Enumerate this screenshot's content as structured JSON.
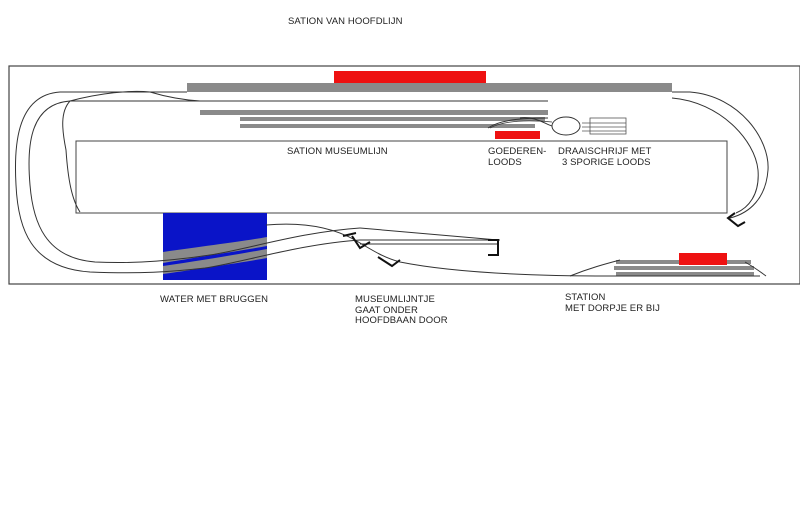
{
  "labels": {
    "title_top": "SATION VAN HOOFDLIJN",
    "station_museum": "SATION MUSEUMLIJN",
    "goods_line1": "GOEDEREN-",
    "goods_line2": "LOODS",
    "turntable_line1": "DRAAISCHRIJF MET",
    "turntable_line2": "3 SPORIGE LOODS",
    "water": "WATER MET BRUGGEN",
    "museum_line1": "MUSEUMLIJNTJE",
    "museum_line2": "GAAT ONDER",
    "museum_line3": "HOOFDBAAN DOOR",
    "station_line1": "STATION",
    "station_line2": "MET DORPJE ER BIJ"
  },
  "colors": {
    "board_outline": "#444444",
    "track": "#333333",
    "platform_gray": "#8a8a8a",
    "building_red": "#ee1111",
    "water_blue": "#0a14c8",
    "background": "#ffffff"
  }
}
